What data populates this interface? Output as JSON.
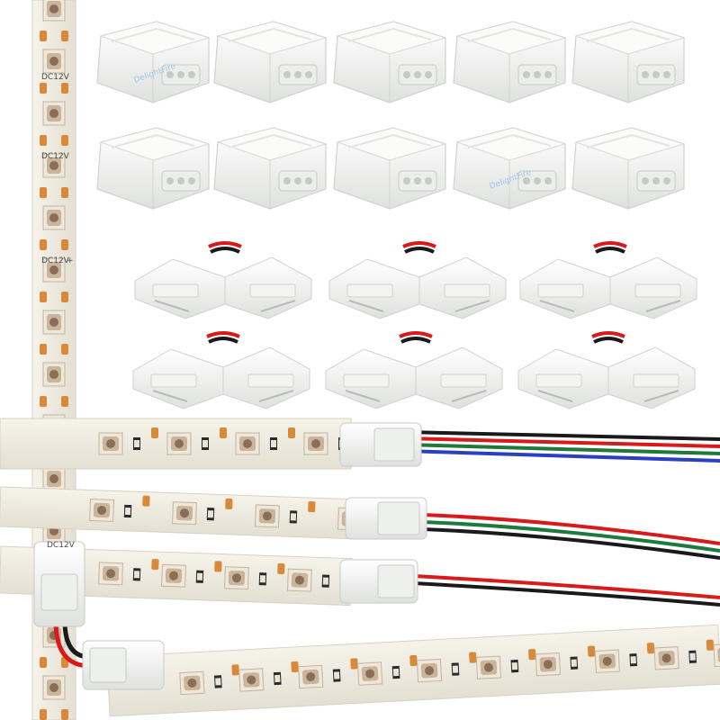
{
  "product": {
    "watermark": "DelightFire",
    "strip_voltage_label": "DC12V",
    "strip_polarity_label": "+"
  },
  "colors": {
    "background": "#ffffff",
    "strip_base": "#f2efe6",
    "strip_edge": "#d8d2c2",
    "copper_pad": "#d9893a",
    "led_body": "#c9bfae",
    "led_core": "#8a7a6a",
    "connector_body": "#f7f7f4",
    "connector_shadow": "#d9dbd8",
    "wire_red": "#d81a1a",
    "wire_black": "#1a1a1a",
    "wire_green": "#1d7a3a",
    "wire_blue": "#2a3fc2"
  },
  "items": {
    "straight_connectors_count": "10",
    "l_connectors_count": "6",
    "strips_count": "5"
  }
}
